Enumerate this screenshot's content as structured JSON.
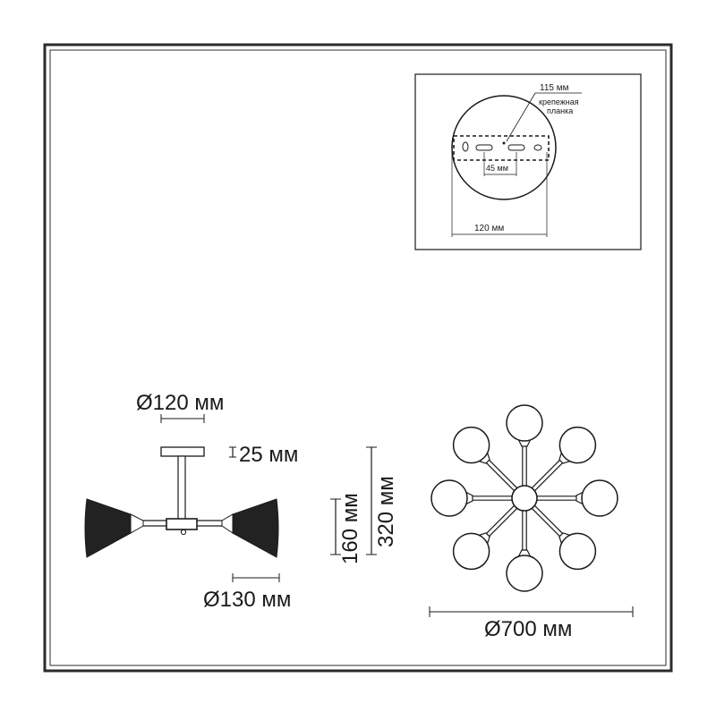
{
  "inset": {
    "plate_width_label": "115 мм",
    "plate_caption_line1": "крепежная",
    "plate_caption_line2": "планка",
    "hole_spacing_label": "45 мм",
    "canopy_diameter_label": "120 мм"
  },
  "side_view": {
    "canopy_diameter_label": "Ø120 мм",
    "canopy_height_label": "25 мм",
    "shade_diameter_label": "Ø130 мм"
  },
  "heights": {
    "min_height_label": "160 мм",
    "max_height_label": "320 мм"
  },
  "top_view": {
    "overall_diameter_label": "Ø700 мм",
    "arm_count": 8
  },
  "colors": {
    "line": "#1a1a1a",
    "frame": "#2b2b2b",
    "shade_fill": "#222222",
    "background": "#ffffff"
  }
}
